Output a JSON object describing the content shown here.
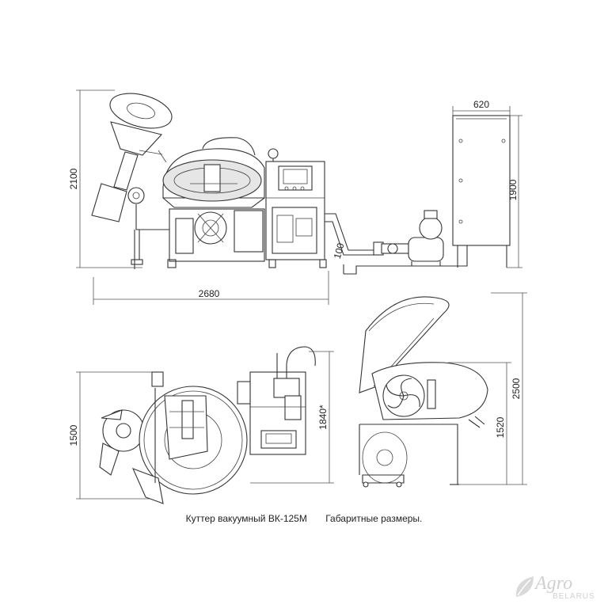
{
  "dimensions": {
    "side_height": "2100",
    "side_length": "2680",
    "cabinet_width": "620",
    "cabinet_height": "1900",
    "pipe_label": "100",
    "top_depth": "1500",
    "top_height": "1840*",
    "front_height": "2500",
    "front_height_lower": "1520"
  },
  "caption": {
    "product": "Куттер вакуумный ВК-125М",
    "note": "Габаритные размеры."
  },
  "watermark": {
    "main": "Agro",
    "sub": "BELARUS"
  }
}
